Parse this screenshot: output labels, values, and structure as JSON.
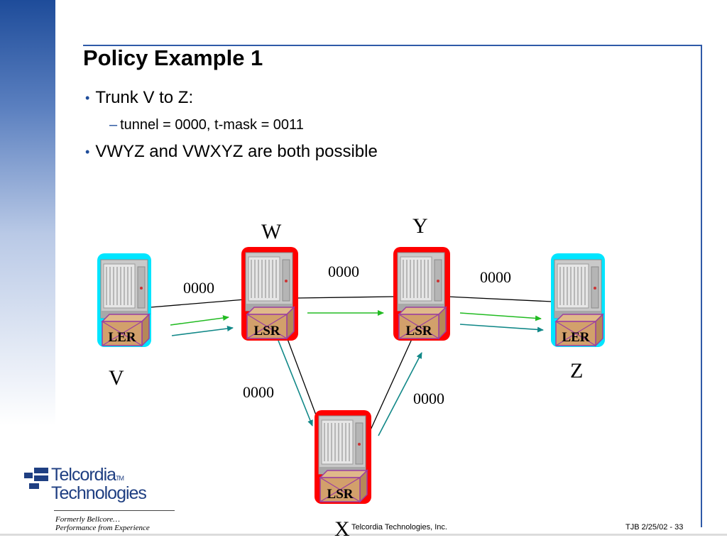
{
  "slide": {
    "title": "Policy Example 1",
    "bullets": [
      {
        "text": "Trunk V to Z:",
        "sub": [
          "tunnel = 0000, t-mask = 0011"
        ]
      },
      {
        "text": "VWYZ and VWXYZ are both possible",
        "sub": []
      }
    ]
  },
  "diagram": {
    "nodes": {
      "V": {
        "name": "V",
        "role": "LER",
        "color": "#00e5ff"
      },
      "W": {
        "name": "W",
        "role": "LSR",
        "color": "#ff0000"
      },
      "Y": {
        "name": "Y",
        "role": "LSR",
        "color": "#ff0000"
      },
      "Z": {
        "name": "Z",
        "role": "LER",
        "color": "#00e5ff"
      },
      "X": {
        "name": "X",
        "role": "LSR",
        "color": "#ff0000"
      }
    },
    "links": {
      "VW": "0000",
      "WY": "0000",
      "YZ": "0000",
      "WX": "0000",
      "XY": "0000"
    },
    "arrow_colors": {
      "green": "#22bb22",
      "teal": "#118888"
    }
  },
  "logo": {
    "line1": "Telcordia",
    "tm": "TM",
    "line2": "Technologies",
    "tagline1": "Formerly Bellcore…",
    "tagline2": "Performance from Experience"
  },
  "footer": {
    "company": "Telcordia Technologies, Inc.",
    "ref": "TJB 2/25/02 - 33"
  }
}
